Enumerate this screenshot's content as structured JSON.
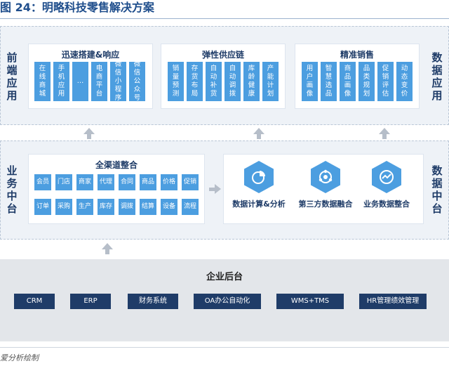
{
  "figure_title": "图 24：明略科技零售解决方案",
  "source_note": "爱分析绘制",
  "front": {
    "side_left": "前端应用",
    "side_right": "数据应用",
    "cards": [
      {
        "title": "迅速搭建&响应",
        "items": [
          "在线商城",
          "手机应用",
          "…",
          "电商平台",
          "微信小程序",
          "微信公众号"
        ]
      },
      {
        "title": "弹性供应链",
        "items": [
          "销量预测",
          "存货布局",
          "自动补货",
          "自动调拨",
          "库龄健康",
          "产能计划"
        ]
      },
      {
        "title": "精准销售",
        "items": [
          "用户画像",
          "智慧选品",
          "商品画像",
          "品类规划",
          "促销评估",
          "动态变价"
        ]
      }
    ]
  },
  "middle": {
    "side_left": "业务中台",
    "side_right": "数据中台",
    "channel": {
      "title": "全渠道整合",
      "row1": [
        "会员",
        "门店",
        "商家",
        "代理",
        "合同",
        "商品",
        "价格",
        "促销"
      ],
      "row2": [
        "订单",
        "采购",
        "生产",
        "库存",
        "调拨",
        "结算",
        "设备",
        "流程"
      ]
    },
    "data_items": [
      {
        "icon": "pie-chart-icon",
        "label": "数据计算&分析"
      },
      {
        "icon": "network-icon",
        "label": "第三方数据融合"
      },
      {
        "icon": "trend-icon",
        "label": "业务数据整合"
      }
    ]
  },
  "backend": {
    "title": "企业后台",
    "systems": [
      "CRM",
      "ERP",
      "财务系统",
      "OA办公自动化",
      "WMS+TMS",
      "HR管理绩效管理"
    ]
  },
  "colors": {
    "accent": "#4c9ee0",
    "navy": "#1f3c68",
    "title": "#1f4e8c"
  }
}
